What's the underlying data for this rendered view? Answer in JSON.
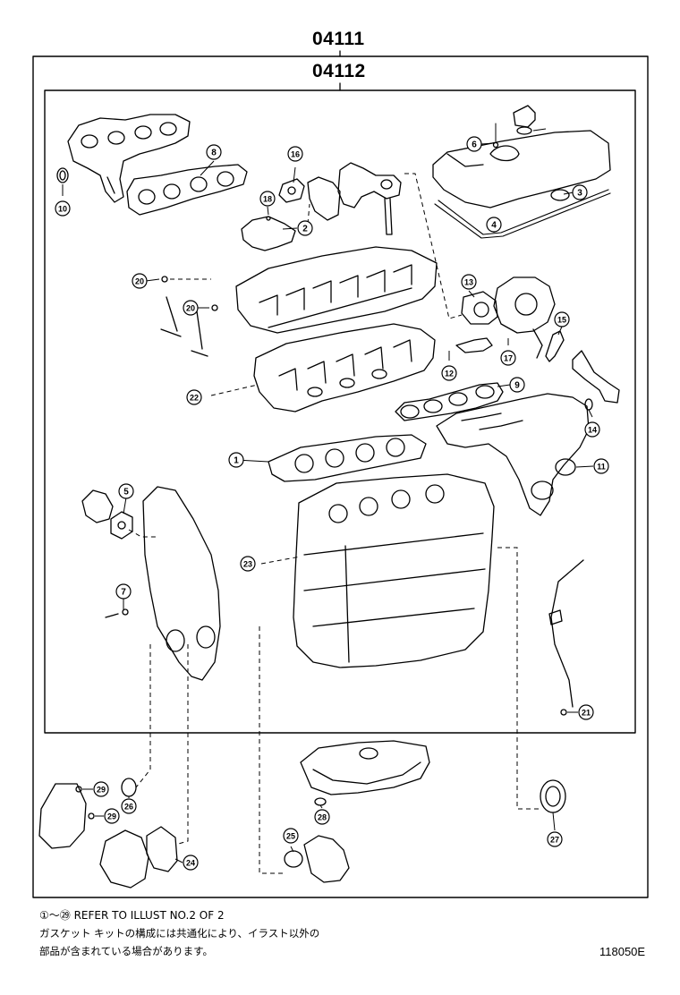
{
  "headers": {
    "outer_kit": "04111",
    "inner_kit": "04112"
  },
  "callouts": [
    "1",
    "2",
    "3",
    "4",
    "5",
    "6",
    "7",
    "8",
    "9",
    "10",
    "11",
    "12",
    "13",
    "14",
    "15",
    "16",
    "17",
    "18",
    "20",
    "20",
    "21",
    "22",
    "23",
    "24",
    "25",
    "26",
    "27",
    "28",
    "29",
    "29"
  ],
  "notes": {
    "refer_range": "①～㉙",
    "refer_text": " REFER TO ILLUST NO.2 OF 2",
    "jp_line1": "ガスケット キットの構成には共通化により、イラスト以外の",
    "jp_line2": "部品が含まれている場合があります。"
  },
  "illustration_id": "118050E"
}
